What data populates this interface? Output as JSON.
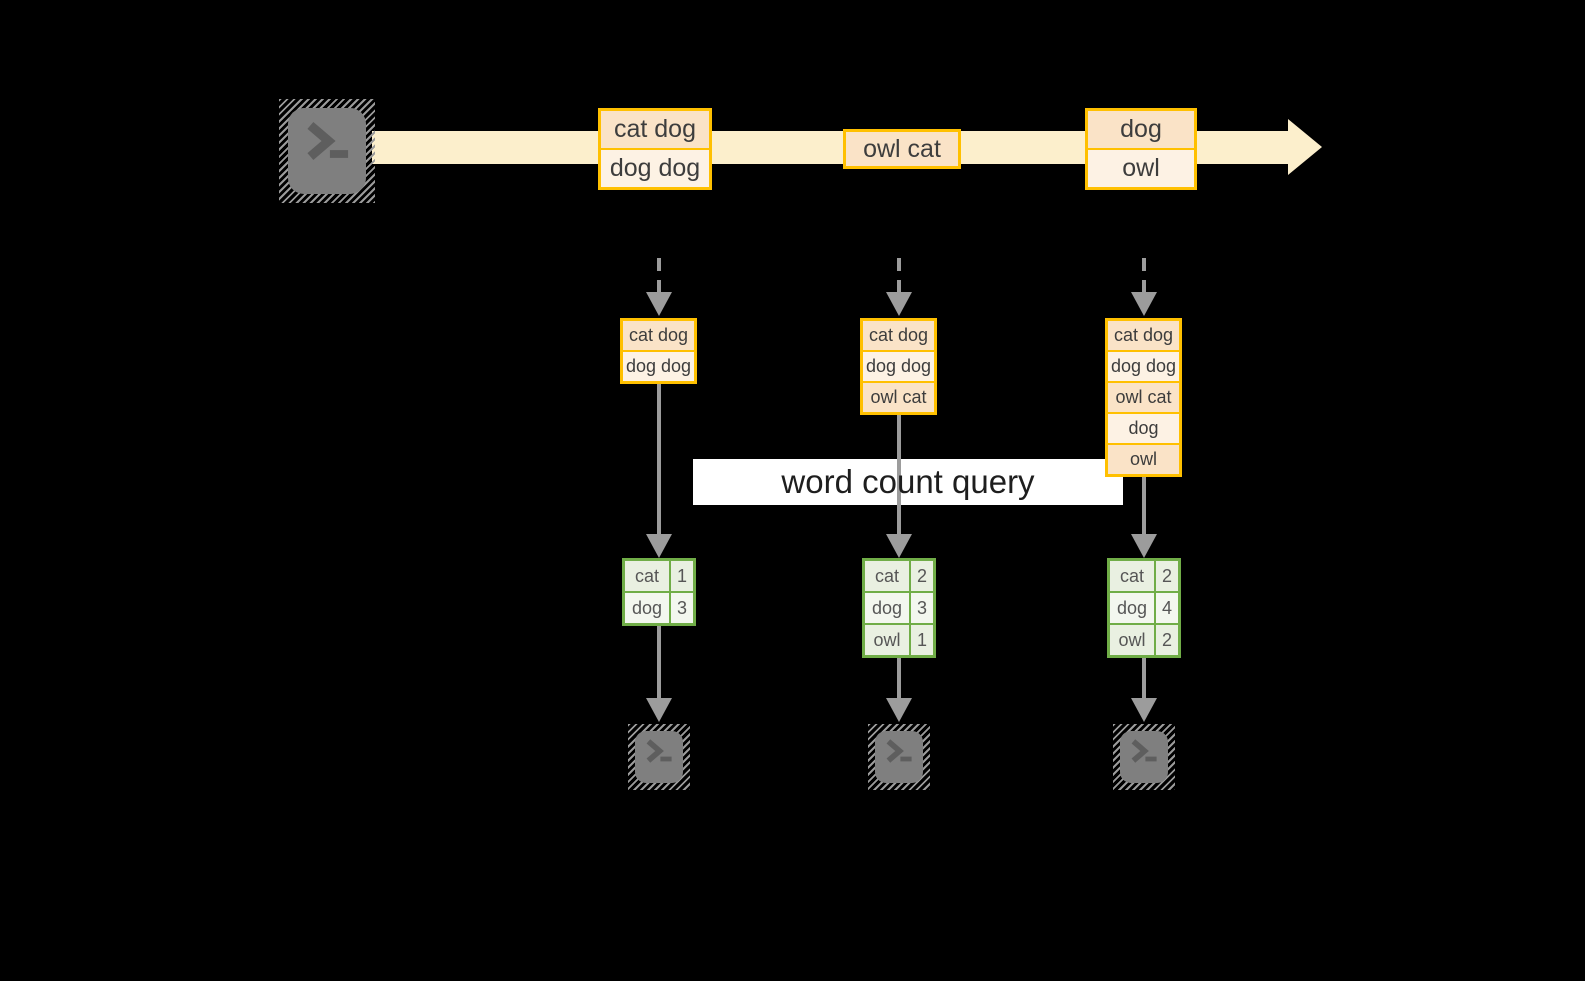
{
  "diagram_title": "word count query",
  "colors": {
    "background": "#000000",
    "stream_band": "#FCEFCC",
    "event_border": "#FFC000",
    "event_fill_dark": "#FAE3C7",
    "event_fill_light": "#FDF2E4",
    "table_border": "#70AD47",
    "table_row_dark": "#E9F0E1",
    "table_row_light": "#F3F7EF",
    "arrow_gray": "#9C9C9C",
    "terminal_gray": "#7F7F7F",
    "label_background": "#FFFFFF"
  },
  "stream": {
    "source_icon": "terminal-icon",
    "events": [
      {
        "lines": [
          "cat dog",
          "dog dog"
        ]
      },
      {
        "lines": [
          "owl cat"
        ]
      },
      {
        "lines": [
          "dog",
          "owl"
        ]
      }
    ]
  },
  "workers": [
    {
      "buffer": [
        "cat dog",
        "dog dog"
      ],
      "counts": [
        {
          "word": "cat",
          "count": 1
        },
        {
          "word": "dog",
          "count": 3
        }
      ],
      "sink_icon": "terminal-icon"
    },
    {
      "buffer": [
        "cat dog",
        "dog dog",
        "owl cat"
      ],
      "counts": [
        {
          "word": "cat",
          "count": 2
        },
        {
          "word": "dog",
          "count": 3
        },
        {
          "word": "owl",
          "count": 1
        }
      ],
      "sink_icon": "terminal-icon"
    },
    {
      "buffer": [
        "cat dog",
        "dog dog",
        "owl cat",
        "dog",
        "owl"
      ],
      "counts": [
        {
          "word": "cat",
          "count": 2
        },
        {
          "word": "dog",
          "count": 4
        },
        {
          "word": "owl",
          "count": 2
        }
      ],
      "sink_icon": "terminal-icon"
    }
  ]
}
